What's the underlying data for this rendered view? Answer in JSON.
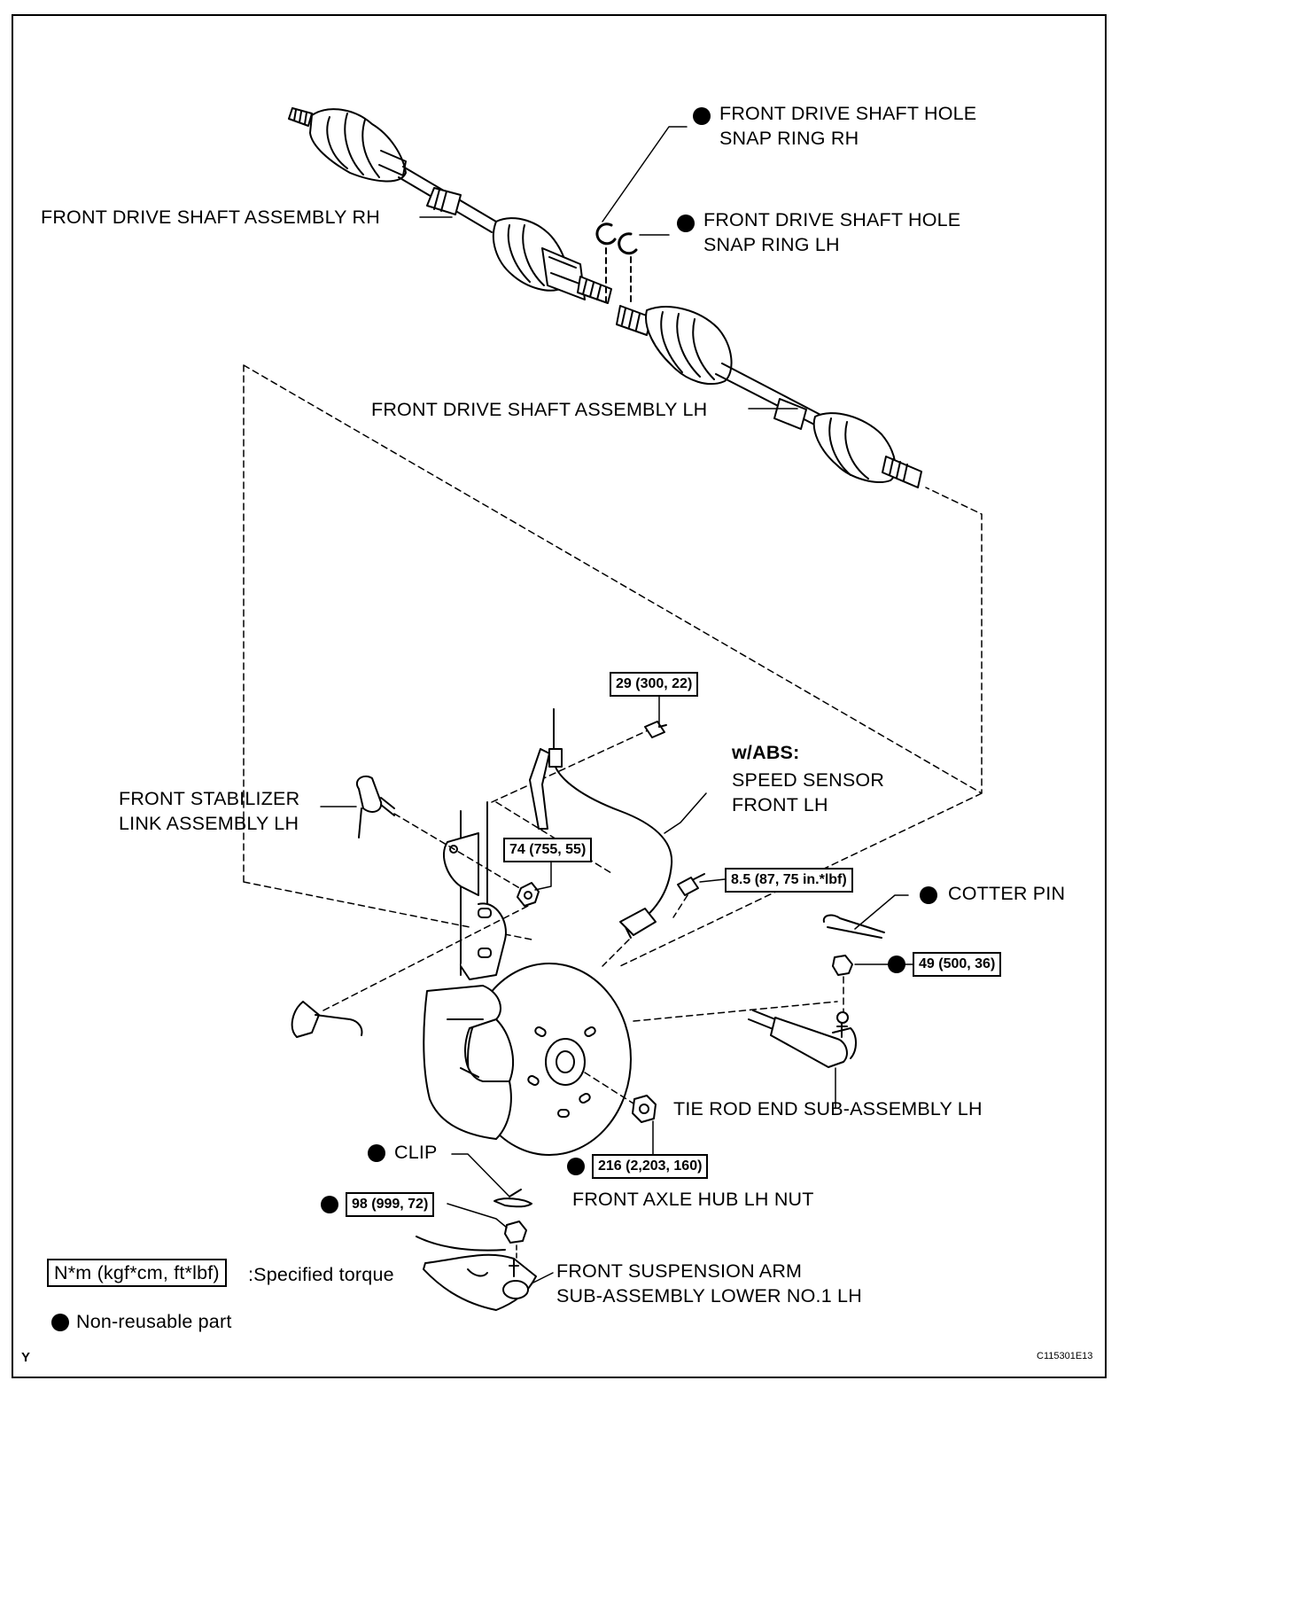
{
  "labels": {
    "rh_assembly": "FRONT DRIVE SHAFT ASSEMBLY RH",
    "snap_rh_1": "FRONT DRIVE SHAFT HOLE",
    "snap_rh_2": "SNAP RING RH",
    "snap_lh_1": "FRONT DRIVE SHAFT HOLE",
    "snap_lh_2": "SNAP RING LH",
    "lh_assembly": "FRONT DRIVE SHAFT ASSEMBLY LH",
    "wabs": "w/ABS:",
    "speed_sensor_1": "SPEED SENSOR",
    "speed_sensor_2": "FRONT LH",
    "stabilizer_1": "FRONT STABILIZER",
    "stabilizer_2": "LINK ASSEMBLY LH",
    "cotter_pin": "COTTER PIN",
    "tie_rod": "TIE ROD END SUB-ASSEMBLY LH",
    "clip": "CLIP",
    "hub_nut": "FRONT AXLE HUB LH NUT",
    "lower_arm_1": "FRONT SUSPENSION ARM",
    "lower_arm_2": "SUB-ASSEMBLY LOWER NO.1 LH"
  },
  "torques": {
    "t1": "29 (300, 22)",
    "t2": "74 (755, 55)",
    "t3": "8.5 (87, 75 in.*lbf)",
    "t4": "49 (500, 36)",
    "t5": "216 (2,203, 160)",
    "t6": "98 (999, 72)"
  },
  "legend": {
    "torque_box": "N*m (kgf*cm, ft*lbf)",
    "torque_text": ":Specified torque",
    "nonreusable": "Non-reusable part"
  },
  "footer": {
    "letter": "Y",
    "code": "C115301E13"
  }
}
